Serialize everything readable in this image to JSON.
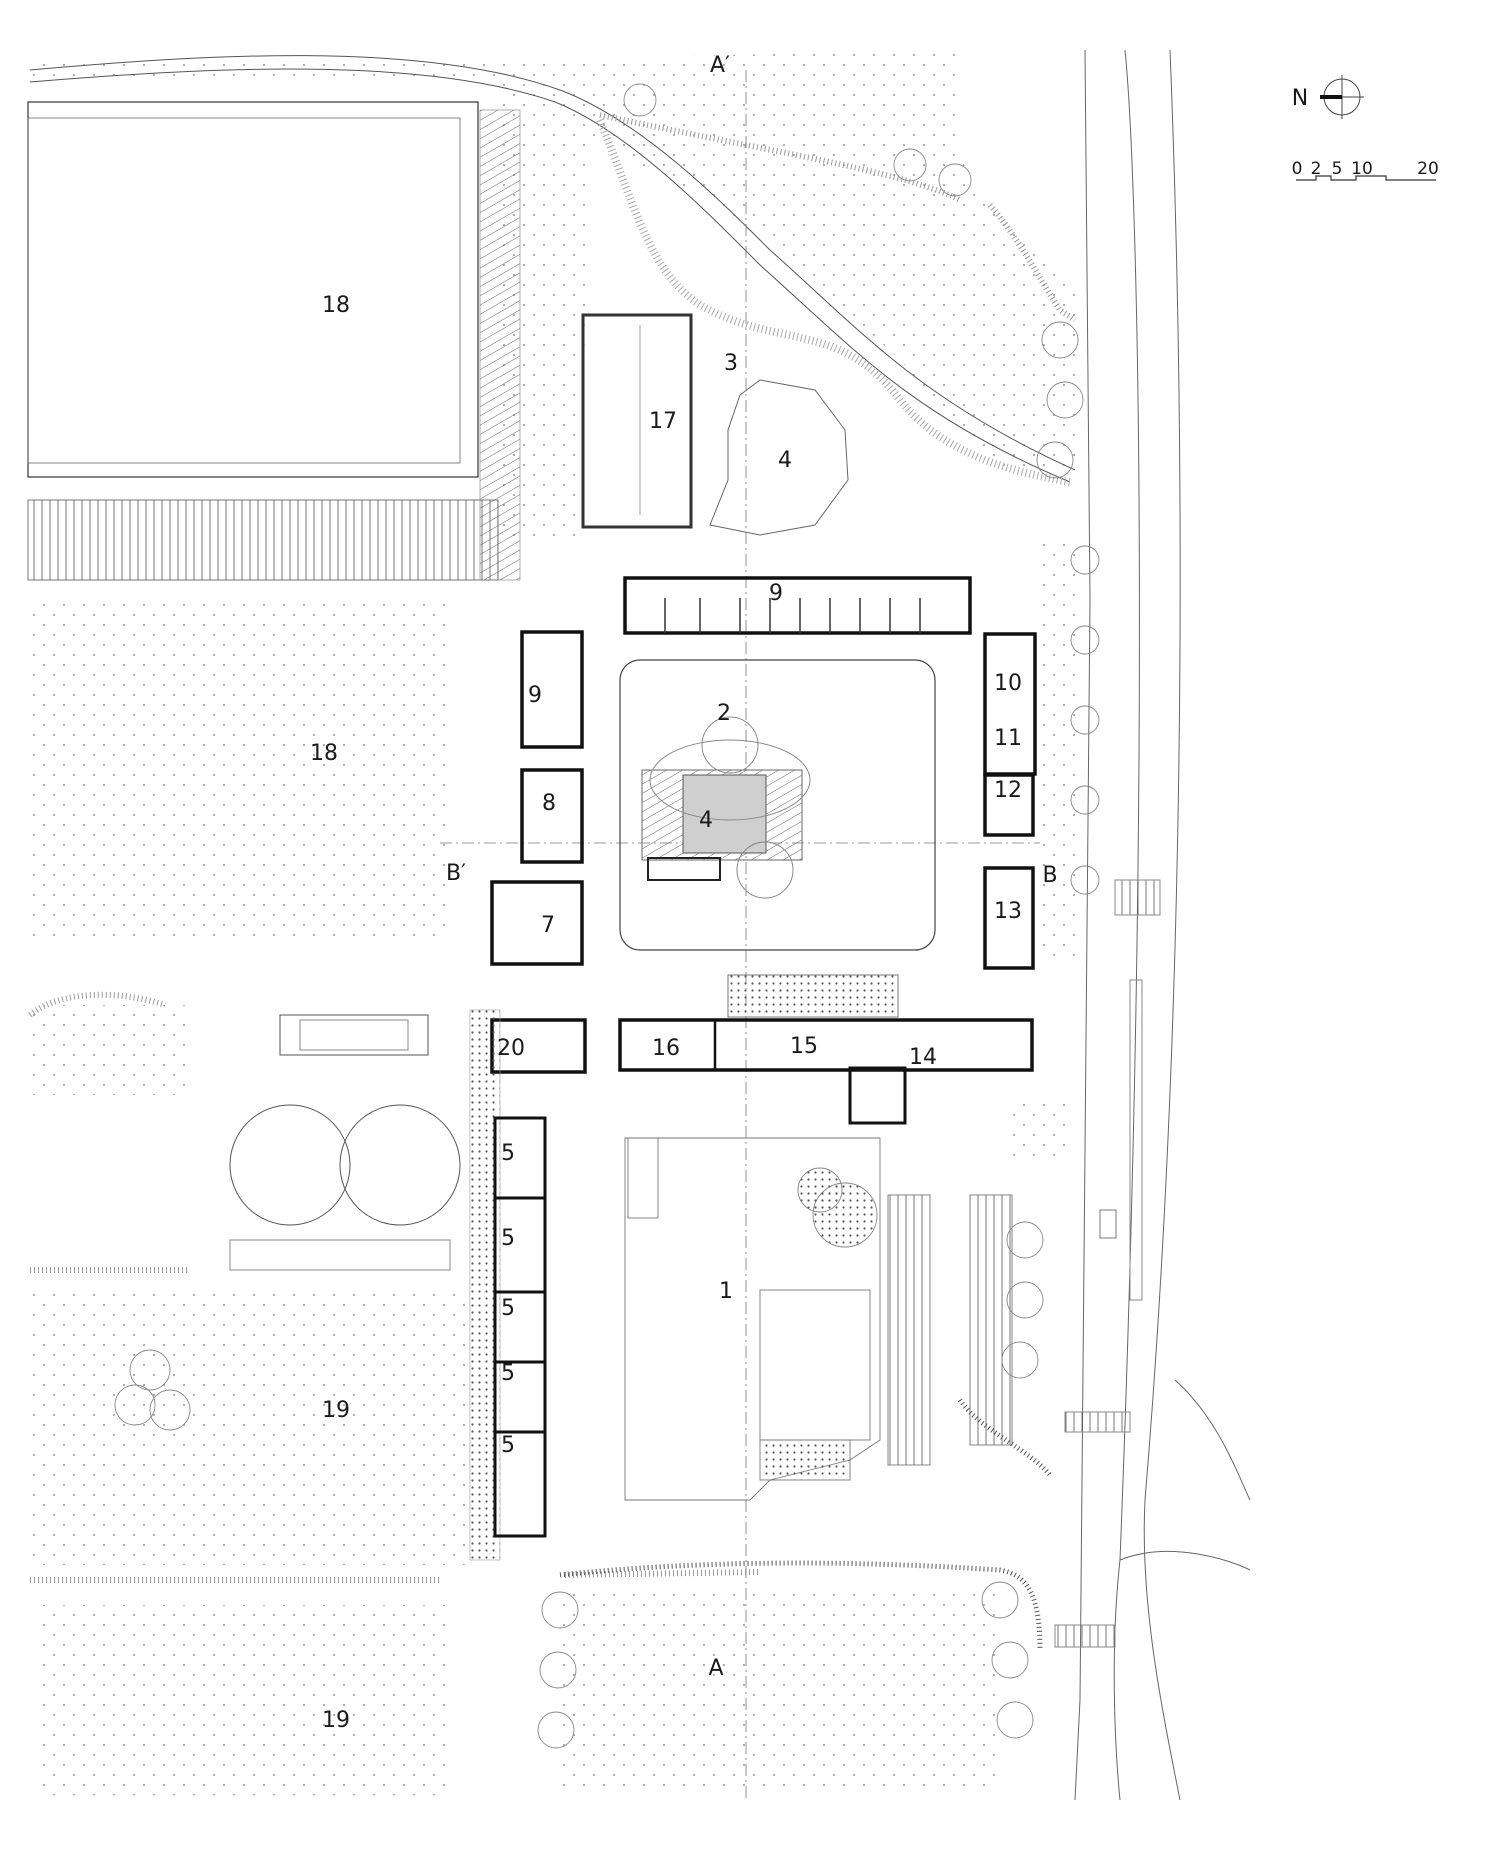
{
  "labels": {
    "r1": "1",
    "r2": "2",
    "r3": "3",
    "r4a": "4",
    "r4b": "4",
    "r5a": "5",
    "r5b": "5",
    "r5c": "5",
    "r5d": "5",
    "r5e": "5",
    "r7": "7",
    "r8": "8",
    "r9a": "9",
    "r9b": "9",
    "r10": "10",
    "r11": "11",
    "r12": "12",
    "r13": "13",
    "r14": "14",
    "r15": "15",
    "r16": "16",
    "r17": "17",
    "r18a": "18",
    "r18b": "18",
    "r19a": "19",
    "r19b": "19",
    "r20": "20",
    "secA_top": "A′",
    "secA_bot": "A",
    "secB_left": "B′",
    "secB_right": "B"
  },
  "north": "N",
  "scale": {
    "t0": "0",
    "t2": "2",
    "t5": "5",
    "t10": "10",
    "t20": "20"
  }
}
